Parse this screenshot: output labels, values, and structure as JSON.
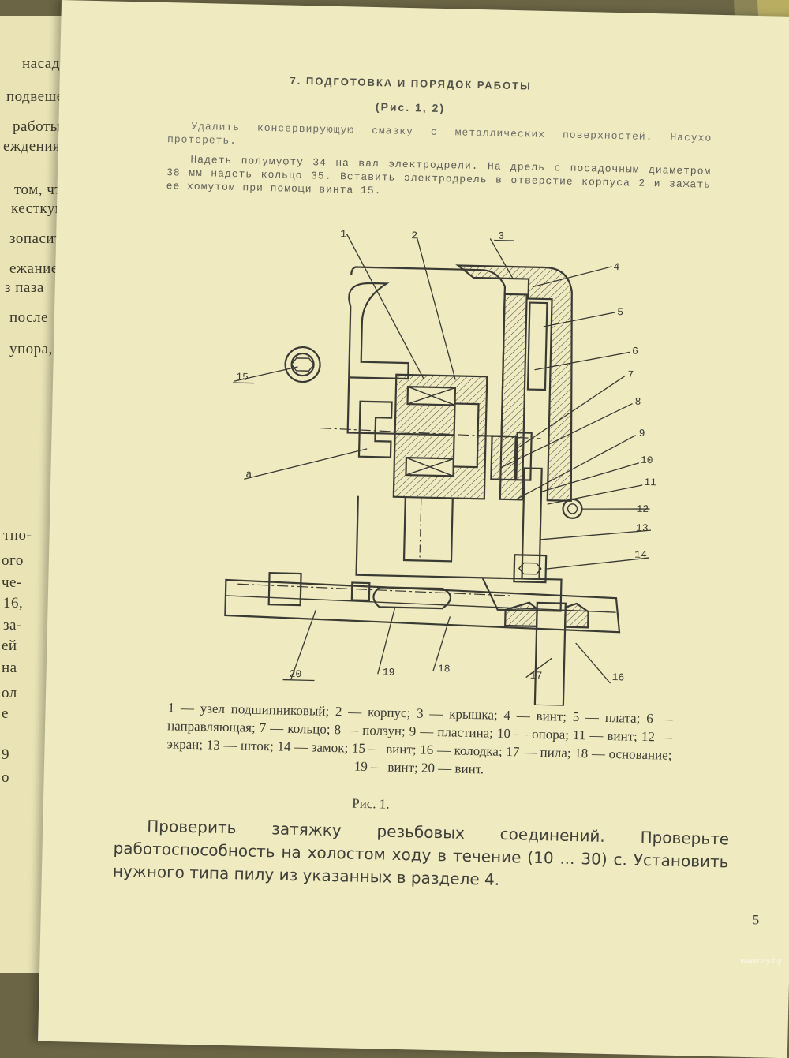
{
  "left_page": {
    "lines": [
      "насадки",
      "подвешен",
      "работы;",
      "еждения,",
      "том, что",
      "кесткую",
      "зопасит",
      "ежание",
      "з паза",
      "после",
      "упора,",
      "тно-",
      "ого",
      "че-",
      "16,",
      "за-",
      "ей",
      "на",
      "ол",
      "е",
      "9",
      "о"
    ]
  },
  "page": {
    "section_title": "7. ПОДГОТОВКА И ПОРЯДОК РАБОТЫ",
    "section_subtitle": "(Рис. 1, 2)",
    "intro_para1": "Удалить консервирующую смазку с металлических поверхностей. Насухо протереть.",
    "intro_para2": "Надеть полумуфту 34 на вал электродрели. На дрель с посадочным диаметром 38 мм надеть кольцо 35. Вставить электродрель в отверстие корпуса 2 и зажать ее хомутом при помощи винта 15.",
    "figure_callouts": [
      "1",
      "2",
      "3",
      "4",
      "5",
      "6",
      "7",
      "8",
      "9",
      "10",
      "11",
      "12",
      "13",
      "14",
      "15",
      "16",
      "17",
      "18",
      "19",
      "20",
      "a"
    ],
    "figure_caption": "1 — узел подшипниковый; 2 — корпус; 3 — крышка; 4 — винт; 5 — плата; 6 — направляющая; 7 — кольцо; 8 — ползун; 9 — пластина; 10 — опора; 11 — винт; 12 — экран; 13 — шток; 14 — замок; 15 — винт; 16 — колодка; 17 — пила; 18 — основание; 19 — винт; 20 — винт.",
    "figure_label": "Рис. 1.",
    "body_text": "Проверить затяжку резьбовых соединений. Проверьте работоспособность на холостом ходу в течение (10 ... 30) с. Установить нужного типа пилу из указанных в разделе 4.",
    "page_number": "5"
  },
  "watermark": "www.ay.by",
  "colors": {
    "paper": "#efeac0",
    "left_paper": "#e9e3b5",
    "background": "#6b6445",
    "ink": "#3f3f3a"
  }
}
